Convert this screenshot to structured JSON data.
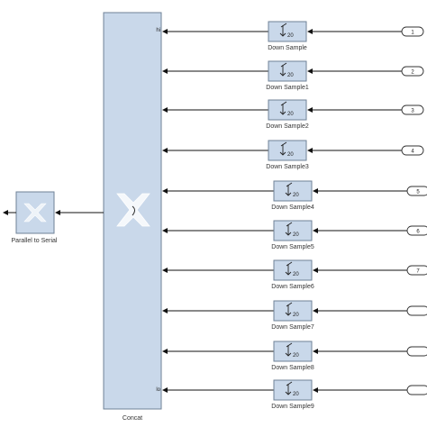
{
  "concat": {
    "label": "Concat",
    "port_top": "hi",
    "port_bottom": "lo"
  },
  "parallel_to_serial": {
    "label": "Parallel to Serial"
  },
  "downsamples": [
    {
      "label": "Down Sample",
      "factor": "20",
      "input": "1"
    },
    {
      "label": "Down Sample1",
      "factor": "20",
      "input": "2"
    },
    {
      "label": "Down Sample2",
      "factor": "20",
      "input": "3"
    },
    {
      "label": "Down Sample3",
      "factor": "20",
      "input": "4"
    },
    {
      "label": "Down Sample4",
      "factor": "20",
      "input": "5"
    },
    {
      "label": "Down Sample5",
      "factor": "20",
      "input": "6"
    },
    {
      "label": "Down Sample6",
      "factor": "20",
      "input": "7"
    },
    {
      "label": "Down Sample7",
      "factor": "20",
      "input": ""
    },
    {
      "label": "Down Sample8",
      "factor": "20",
      "input": ""
    },
    {
      "label": "Down Sample9",
      "factor": "20",
      "input": ""
    }
  ],
  "colors": {
    "block_fill": "#c9d8ea",
    "block_border": "#6f8297",
    "wire": "#111111"
  }
}
